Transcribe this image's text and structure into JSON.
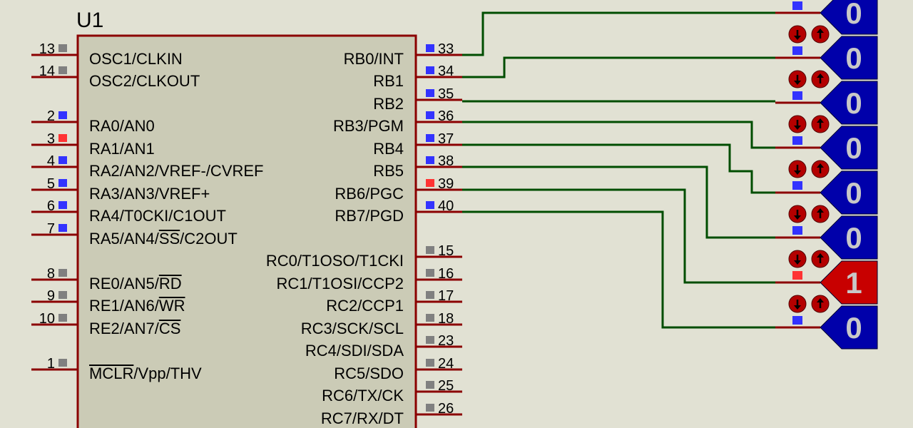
{
  "chip": {
    "ref": "U1",
    "left_pins": [
      {
        "num": "13",
        "name": "OSC1/CLKIN",
        "state": "gray"
      },
      {
        "num": "14",
        "name": "OSC2/CLKOUT",
        "state": "gray"
      },
      {
        "num": "2",
        "name": "RA0/AN0",
        "state": "low"
      },
      {
        "num": "3",
        "name": "RA1/AN1",
        "state": "high"
      },
      {
        "num": "4",
        "name": "RA2/AN2/VREF-/CVREF",
        "state": "low"
      },
      {
        "num": "5",
        "name": "RA3/AN3/VREF+",
        "state": "low"
      },
      {
        "num": "6",
        "name": "RA4/T0CKI/C1OUT",
        "state": "low"
      },
      {
        "num": "7",
        "name": "RA5/AN4/SS/C2OUT",
        "state": "low",
        "overbar": "SS"
      },
      {
        "num": "8",
        "name": "RE0/AN5/RD",
        "state": "gray",
        "overbar": "RD"
      },
      {
        "num": "9",
        "name": "RE1/AN6/WR",
        "state": "gray",
        "overbar": "WR"
      },
      {
        "num": "10",
        "name": "RE2/AN7/CS",
        "state": "gray",
        "overbar": "CS"
      },
      {
        "num": "1",
        "name": "MCLR/Vpp/THV",
        "state": "gray",
        "overbar": "MCLR"
      }
    ],
    "right_pins": [
      {
        "num": "33",
        "name": "RB0/INT",
        "state": "low"
      },
      {
        "num": "34",
        "name": "RB1",
        "state": "low"
      },
      {
        "num": "35",
        "name": "RB2",
        "state": "low"
      },
      {
        "num": "36",
        "name": "RB3/PGM",
        "state": "low"
      },
      {
        "num": "37",
        "name": "RB4",
        "state": "low"
      },
      {
        "num": "38",
        "name": "RB5",
        "state": "low"
      },
      {
        "num": "39",
        "name": "RB6/PGC",
        "state": "high"
      },
      {
        "num": "40",
        "name": "RB7/PGD",
        "state": "low"
      },
      {
        "num": "15",
        "name": "RC0/T1OSO/T1CKI",
        "state": "gray"
      },
      {
        "num": "16",
        "name": "RC1/T1OSI/CCP2",
        "state": "gray"
      },
      {
        "num": "17",
        "name": "RC2/CCP1",
        "state": "gray"
      },
      {
        "num": "18",
        "name": "RC3/SCK/SCL",
        "state": "gray"
      },
      {
        "num": "23",
        "name": "RC4/SDI/SDA",
        "state": "gray"
      },
      {
        "num": "24",
        "name": "RC5/SDO",
        "state": "gray"
      },
      {
        "num": "25",
        "name": "RC6/TX/CK",
        "state": "gray"
      },
      {
        "num": "26",
        "name": "RC7/RX/DT",
        "state": "gray"
      }
    ]
  },
  "probes": [
    {
      "value": "0",
      "state": "low"
    },
    {
      "value": "0",
      "state": "low"
    },
    {
      "value": "0",
      "state": "low"
    },
    {
      "value": "0",
      "state": "low"
    },
    {
      "value": "0",
      "state": "low"
    },
    {
      "value": "0",
      "state": "low"
    },
    {
      "value": "1",
      "state": "high"
    },
    {
      "value": "0",
      "state": "low"
    }
  ],
  "colors": {
    "background": "#e1e1d3",
    "chip_body": "#cbcbb6",
    "chip_border": "#8b0000",
    "pin_line": "#8b0000",
    "wire": "#004d00",
    "logic_low": "#3333ff",
    "logic_high": "#ff3333",
    "logic_unknown": "#808080",
    "probe_low": "#0000aa",
    "probe_high": "#c80000",
    "probe_text": "#c8c8c8"
  },
  "icons": {
    "pin_state": "square-indicator-icon",
    "probe_toggle_down": "arrow-down-button-icon",
    "probe_toggle_up": "arrow-up-button-icon"
  }
}
